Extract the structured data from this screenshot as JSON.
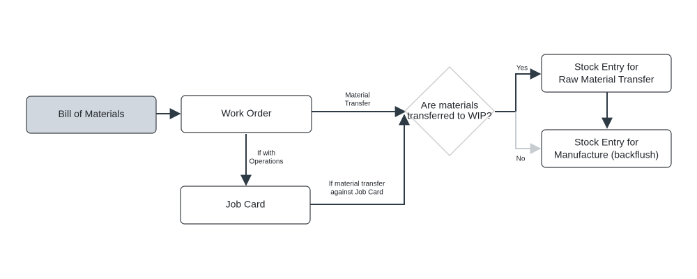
{
  "diagram": {
    "nodes": {
      "bom": {
        "label": "Bill of Materials"
      },
      "work_order": {
        "label": "Work Order"
      },
      "job_card": {
        "label": "Job Card"
      },
      "decision": {
        "line1": "Are materials",
        "line2": "transferred to WIP?"
      },
      "raw_transfer": {
        "line1": "Stock Entry for",
        "line2": "Raw Material Transfer"
      },
      "manufacture": {
        "line1": "Stock Entry for",
        "line2": "Manufacture (backflush)"
      }
    },
    "edges": {
      "material_transfer": {
        "line1": "Material",
        "line2": "Transfer"
      },
      "with_operations": {
        "line1": "If with",
        "line2": "Operations"
      },
      "job_card_transfer": {
        "line1": "If material transfer",
        "line2": "against Job Card"
      },
      "yes": {
        "label": "Yes"
      },
      "no": {
        "label": "No"
      }
    },
    "colors": {
      "node_fill": "#ffffff",
      "node_stroke": "#3a3f45",
      "highlight_fill": "#d1d7de",
      "arrow": "#2e3a44",
      "arrow_faded": "#c7ccd1",
      "decision_stroke": "#cfcfcf",
      "text": "#1f2328"
    }
  }
}
